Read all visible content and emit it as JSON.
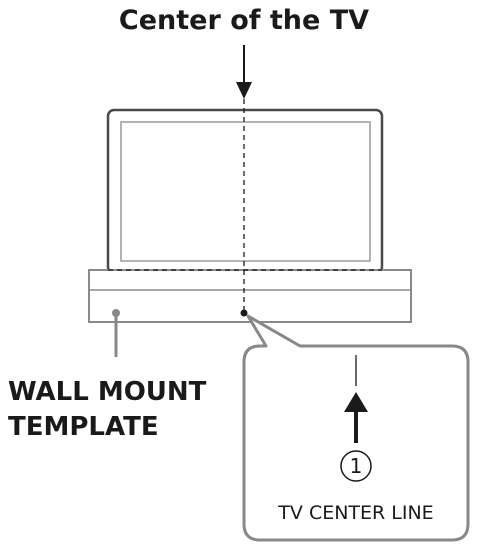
{
  "diagram": {
    "title": "Center of the TV",
    "wall_label_line1": "WALL MOUNT",
    "wall_label_line2": "TEMPLATE",
    "callout_number": "1",
    "callout_label": "TV CENTER LINE"
  },
  "colors": {
    "ink": "#1a1a1a",
    "frame_outer": "#4a4a4a",
    "frame_inner": "#9a9a9a",
    "soundbar": "#8a8a8a",
    "callout": "#888888"
  }
}
